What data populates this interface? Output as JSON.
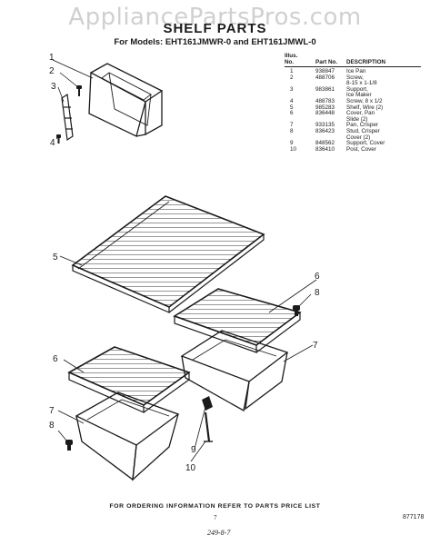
{
  "watermark": "AppliancePartsPros.com",
  "title": "SHELF PARTS",
  "subtitle": "For Models: EHT161JMWR-0 and EHT161JMWL-0",
  "table": {
    "headers": {
      "illus": "Illus. No.",
      "part": "Part No.",
      "description": "DESCRIPTION"
    },
    "rows": [
      {
        "illus": "1",
        "part": "938847",
        "desc": "Ice Pan"
      },
      {
        "illus": "2",
        "part": "488706",
        "desc": "Screw,"
      },
      {
        "illus": "",
        "part": "",
        "desc": "8-15 x 1-1/8"
      },
      {
        "illus": "3",
        "part": "983861",
        "desc": "Support,"
      },
      {
        "illus": "",
        "part": "",
        "desc": "Ice Maker"
      },
      {
        "illus": "4",
        "part": "488783",
        "desc": "Screw, 8 x 1/2"
      },
      {
        "illus": "5",
        "part": "985283",
        "desc": "Shelf, Wire (2)"
      },
      {
        "illus": "6",
        "part": "836448",
        "desc": "Cover, Pan"
      },
      {
        "illus": "",
        "part": "",
        "desc": "Slide (2)"
      },
      {
        "illus": "7",
        "part": "933135",
        "desc": "Pan, Crisper"
      },
      {
        "illus": "8",
        "part": "836423",
        "desc": "Stud, Crisper"
      },
      {
        "illus": "",
        "part": "",
        "desc": "Cover (2)"
      },
      {
        "illus": "9",
        "part": "848562",
        "desc": "Support, Cover"
      },
      {
        "illus": "10",
        "part": "836410",
        "desc": "Post, Cover"
      }
    ]
  },
  "callouts": {
    "n1": "1",
    "n2": "2",
    "n3": "3",
    "n4": "4",
    "n5": "5",
    "n6a": "6",
    "n8a": "8",
    "n7a": "7",
    "n6b": "6",
    "n7b": "7",
    "n8b": "8",
    "n9": "9",
    "n10": "10"
  },
  "footer": "FOR ORDERING INFORMATION REFER TO PARTS PRICE LIST",
  "page_number": "7",
  "document_number": "877178",
  "handwritten_note": "249-8-7",
  "colors": {
    "ink": "#1a1a1a",
    "paper": "#ffffff",
    "watermark": "#aaaaaa"
  }
}
